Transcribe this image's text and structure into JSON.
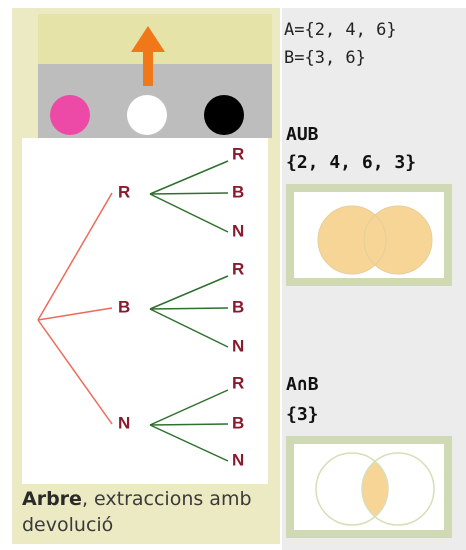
{
  "sets": {
    "a": "A={2, 4, 6}",
    "b": "B={3, 6}"
  },
  "union": {
    "label": "AUB",
    "result": "{2, 4, 6, 3}"
  },
  "intersection": {
    "label_prefix": "A",
    "symbol": "∩",
    "label_suffix": "B",
    "result": "{3}"
  },
  "tree": {
    "first_level": [
      "R",
      "B",
      "N"
    ],
    "second_level": [
      "R",
      "B",
      "N"
    ]
  },
  "balls": [
    {
      "color": "#ec4aa6"
    },
    {
      "color": "#ffffff"
    },
    {
      "color": "#000000"
    }
  ],
  "caption": {
    "bold": "Arbre",
    "rest": ", extraccions amb devolució"
  },
  "colors": {
    "arrow": "#f07818",
    "red_branch": "#ee6a5a",
    "green_branch": "#2f6f2f",
    "label": "#8a1a2e",
    "venn_fill": "#f7d597"
  }
}
